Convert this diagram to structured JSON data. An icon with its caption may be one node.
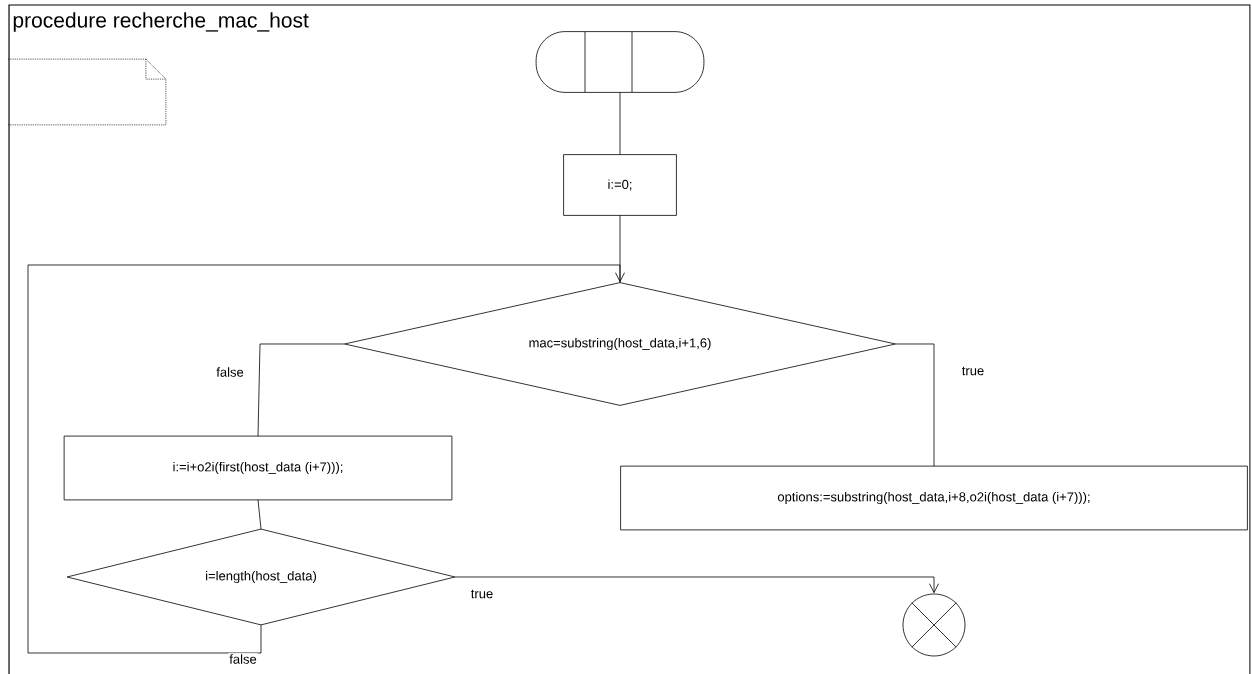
{
  "diagram": {
    "title": "procedure recherche_mac_host",
    "nodes": [
      {
        "text": [],
        "shape": "document"
      },
      {
        "text": [],
        "shape": "box"
      },
      {
        "text": [
          "i:=0;"
        ]
      },
      {
        "text": [
          "mac=substring(host_data,i+1,6)"
        ]
      },
      {
        "text": [
          "i:=i+o2i(first(host_data (i+7)));"
        ]
      },
      {
        "text": [
          "options:=substring(host_data,i+8,o2i(host_data (i+7)));"
        ]
      },
      {
        "text": [
          "i=length(host_data)"
        ]
      },
      {
        "text": [],
        "shape": "circle"
      }
    ],
    "edges": [
      {
        "from": 1,
        "to": 2,
        "arrow": "none"
      },
      {
        "from": 2,
        "to": 3,
        "arrow": "none"
      },
      {
        "from": 3,
        "to": 4,
        "arrow": "none",
        "label": "false"
      },
      {
        "from": 3,
        "to": 5,
        "arrow": "none",
        "label": "true"
      },
      {
        "from": 4,
        "to": 6,
        "arrow": "none"
      },
      {
        "from": 6,
        "to": 7,
        "arrow": "to",
        "label": "true"
      },
      {
        "from": 6,
        "to": 3,
        "arrow": "to",
        "label": "false"
      }
    ]
  }
}
